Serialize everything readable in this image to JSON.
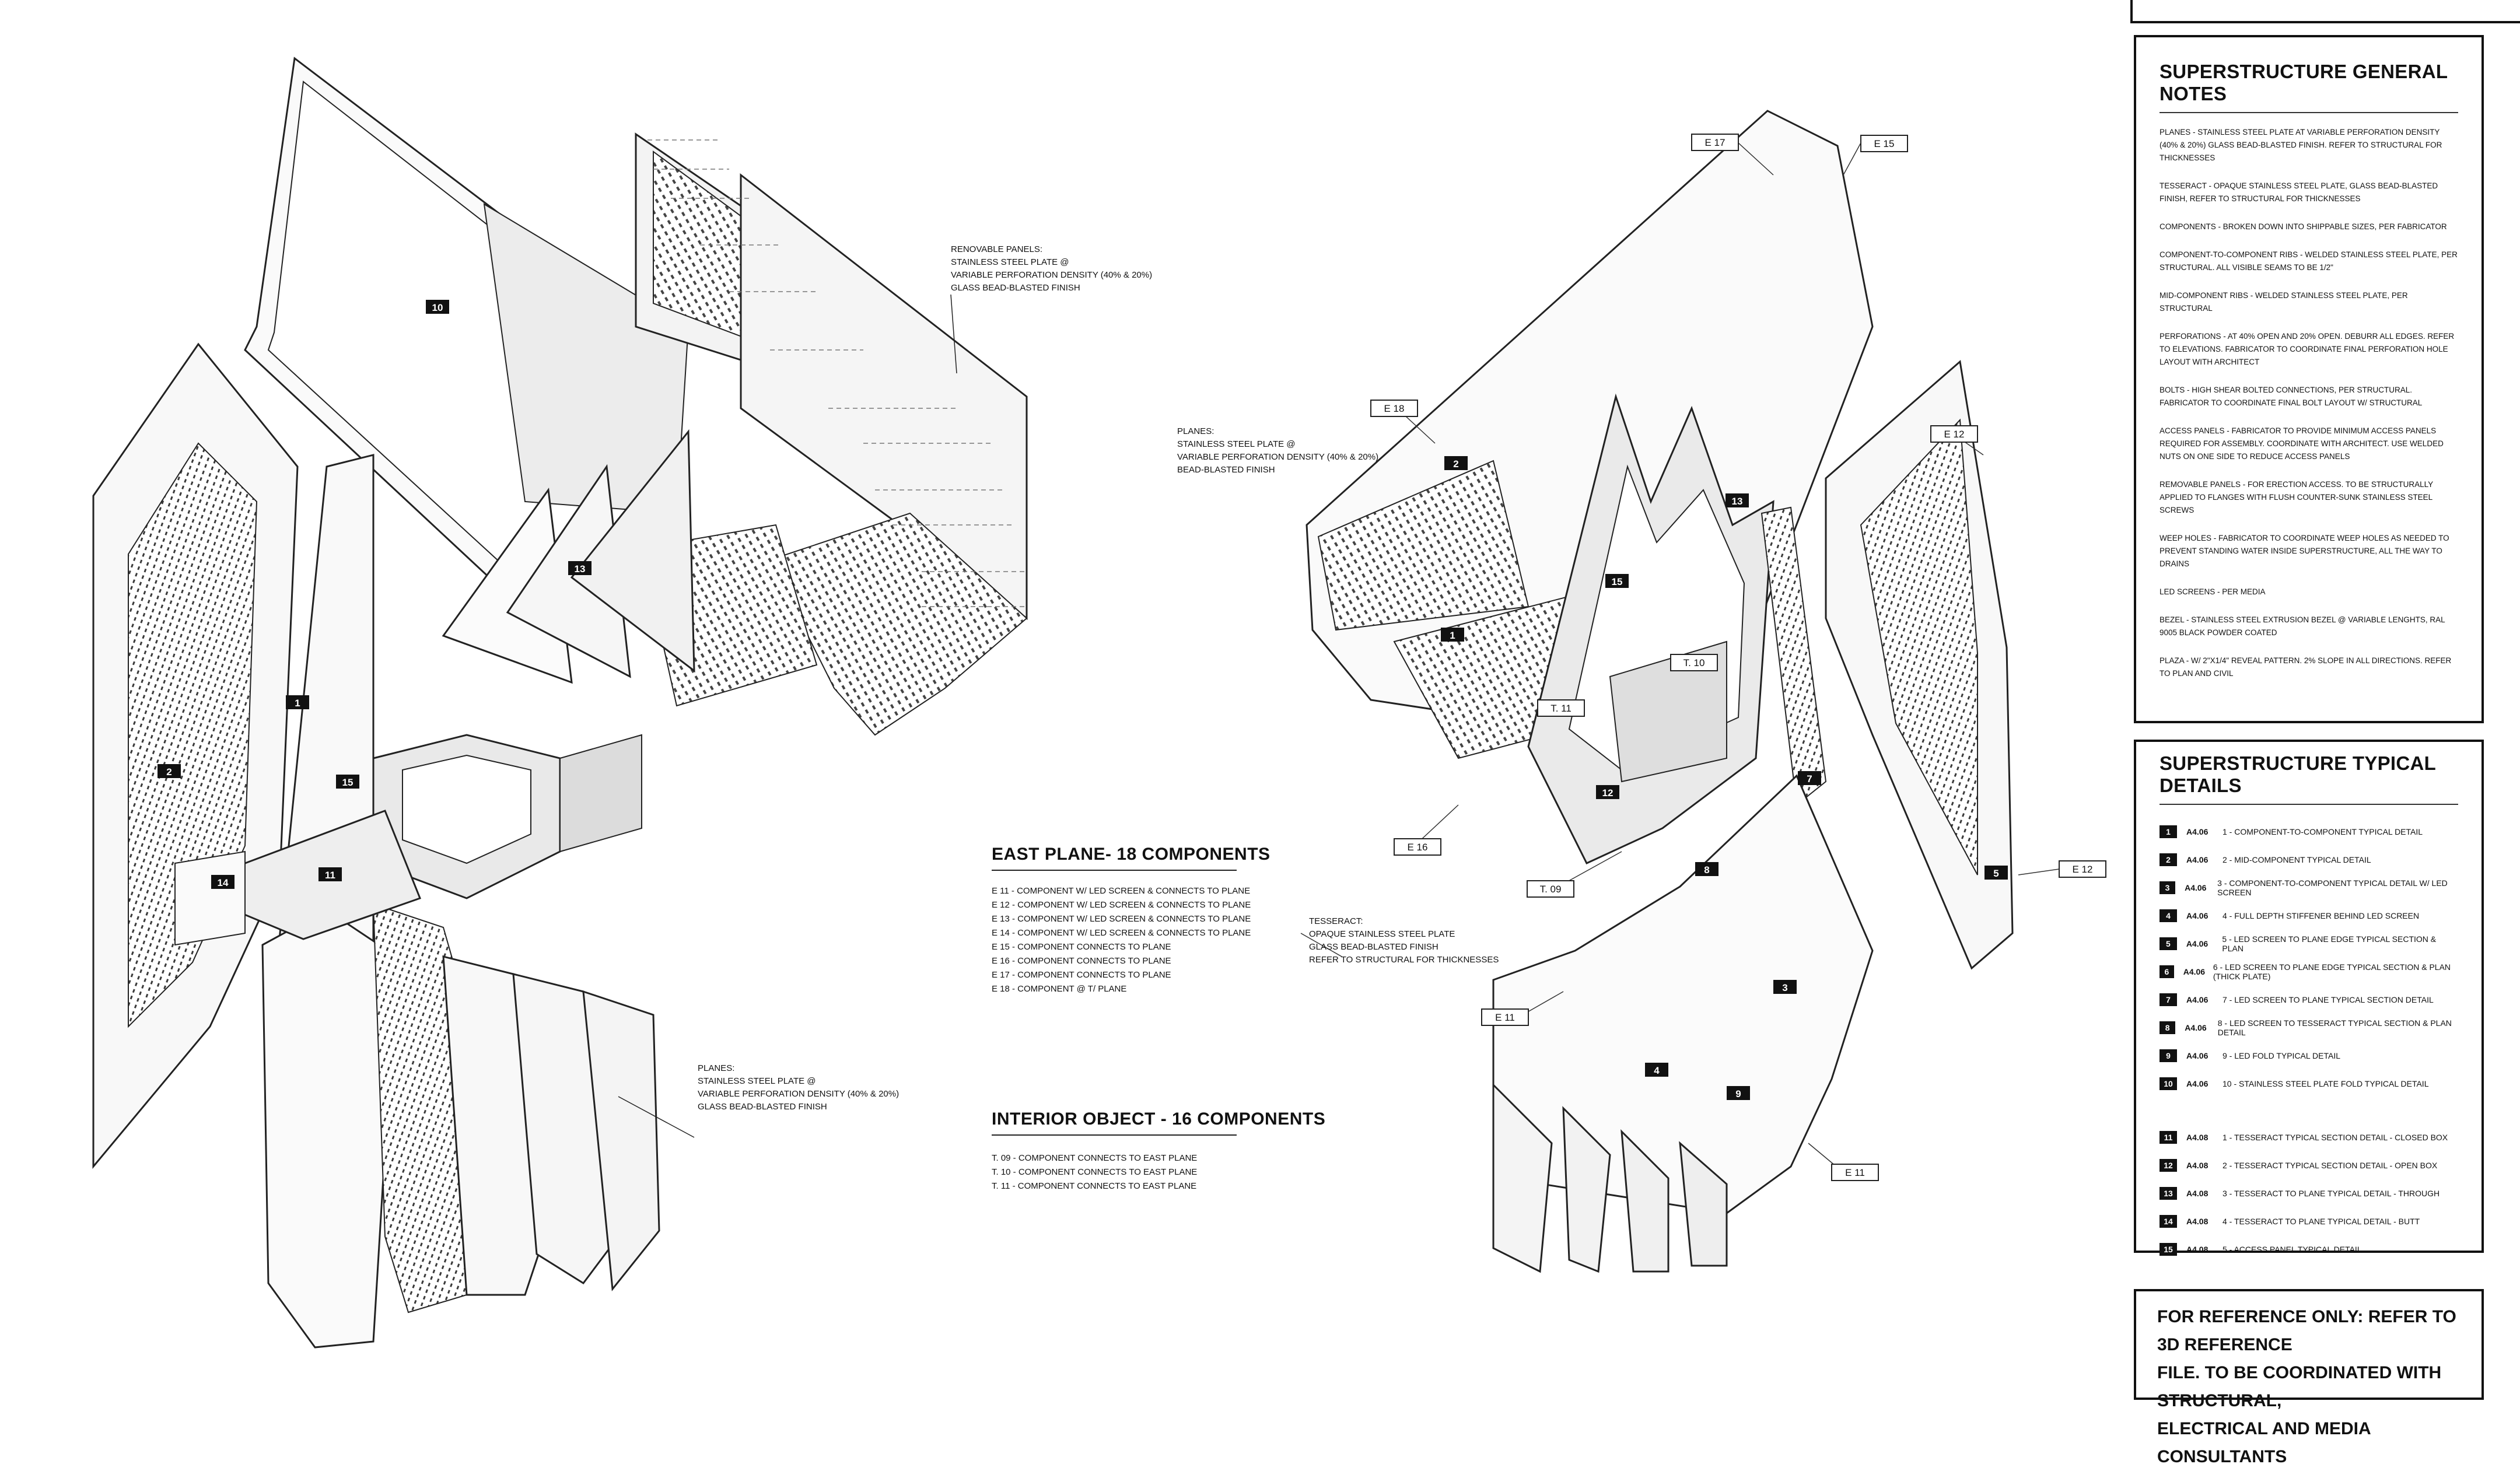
{
  "left_view": {
    "callouts": {
      "removable_panels": [
        "RENOVABLE PANELS:",
        "STAINLESS STEEL PLATE @",
        "VARIABLE PERFORATION DENSITY (40% & 20%)",
        "GLASS BEAD-BLASTED FINISH"
      ],
      "planes_lower": [
        "PLANES:",
        "STAINLESS STEEL PLATE @",
        "VARIABLE PERFORATION DENSITY (40% & 20%)",
        "GLASS BEAD-BLASTED FINISH"
      ]
    },
    "tags": [
      "10",
      "13",
      "1",
      "2",
      "15",
      "11",
      "14"
    ]
  },
  "right_view": {
    "callouts": {
      "planes": [
        "PLANES:",
        "STAINLESS STEEL PLATE @",
        "VARIABLE PERFORATION DENSITY (40% & 20%)",
        "BEAD-BLASTED FINISH"
      ],
      "tesseract": [
        "TESSERACT:",
        "OPAQUE STAINLESS STEEL PLATE",
        "GLASS BEAD-BLASTED FINISH",
        "REFER TO STRUCTURAL FOR THICKNESSES"
      ]
    },
    "tags": [
      "2",
      "1",
      "15",
      "13",
      "12",
      "7",
      "5",
      "8",
      "3",
      "4",
      "9"
    ],
    "e_labels": [
      "E 17",
      "E 15",
      "E 18",
      "E 12",
      "E 16",
      "E 12",
      "E 11",
      "E 11"
    ],
    "t_labels": [
      "T. 10",
      "T. 11",
      "T. 09"
    ]
  },
  "east_plane": {
    "title": "EAST PLANE- 18 COMPONENTS",
    "lines": [
      "E 11 - COMPONENT W/ LED SCREEN & CONNECTS TO PLANE",
      "E 12 - COMPONENT W/ LED SCREEN & CONNECTS TO PLANE",
      "E 13 - COMPONENT W/ LED SCREEN & CONNECTS TO PLANE",
      "E 14 - COMPONENT W/ LED SCREEN & CONNECTS TO PLANE",
      "E 15 - COMPONENT CONNECTS TO PLANE",
      "E 16 - COMPONENT CONNECTS TO PLANE",
      "E 17 - COMPONENT CONNECTS TO PLANE",
      "E 18 - COMPONENT @ T/ PLANE"
    ]
  },
  "interior_object": {
    "title": "INTERIOR OBJECT - 16 COMPONENTS",
    "lines": [
      "T. 09 - COMPONENT CONNECTS TO EAST PLANE",
      "T. 10 - COMPONENT CONNECTS TO EAST PLANE",
      "T. 11 - COMPONENT CONNECTS TO EAST PLANE"
    ]
  },
  "general_notes": {
    "title": "SUPERSTRUCTURE GENERAL NOTES",
    "items": [
      "PLANES - STAINLESS STEEL PLATE AT VARIABLE PERFORATION DENSITY (40% & 20%) GLASS BEAD-BLASTED FINISH. REFER TO STRUCTURAL FOR THICKNESSES",
      "TESSERACT - OPAQUE STAINLESS STEEL PLATE, GLASS BEAD-BLASTED FINISH, REFER TO STRUCTURAL FOR THICKNESSES",
      "COMPONENTS - BROKEN DOWN INTO SHIPPABLE SIZES, PER FABRICATOR",
      "COMPONENT-TO-COMPONENT RIBS - WELDED STAINLESS STEEL PLATE, PER STRUCTURAL. ALL VISIBLE SEAMS TO BE 1/2\"",
      "MID-COMPONENT RIBS - WELDED STAINLESS STEEL PLATE, PER STRUCTURAL",
      "PERFORATIONS - AT 40% OPEN AND 20% OPEN. DEBURR ALL EDGES. REFER TO ELEVATIONS. FABRICATOR TO COORDINATE FINAL PERFORATION HOLE LAYOUT WITH ARCHITECT",
      "BOLTS - HIGH SHEAR BOLTED CONNECTIONS, PER STRUCTURAL. FABRICATOR TO COORDINATE FINAL BOLT LAYOUT W/ STRUCTURAL",
      "ACCESS PANELS - FABRICATOR TO PROVIDE MINIMUM ACCESS PANELS REQUIRED FOR ASSEMBLY. COORDINATE WITH ARCHITECT. USE WELDED NUTS ON ONE SIDE TO REDUCE ACCESS PANELS",
      "REMOVABLE PANELS - FOR ERECTION ACCESS. TO BE STRUCTURALLY APPLIED TO FLANGES WITH FLUSH COUNTER-SUNK STAINLESS STEEL SCREWS",
      "WEEP HOLES - FABRICATOR TO COORDINATE WEEP HOLES AS NEEDED TO PREVENT STANDING WATER INSIDE SUPERSTRUCTURE, ALL THE WAY TO DRAINS",
      "LED SCREENS - PER MEDIA",
      "BEZEL - STAINLESS STEEL EXTRUSION BEZEL @ VARIABLE LENGHTS, RAL 9005 BLACK POWDER COATED",
      "PLAZA - W/ 2\"x1/4\" REVEAL PATTERN. 2% SLOPE IN ALL DIRECTIONS. REFER TO PLAN AND CIVIL"
    ]
  },
  "typical_details": {
    "title": "SUPERSTRUCTURE TYPICAL DETAILS",
    "group1": [
      {
        "num": "1",
        "sheet": "A4.06",
        "text": "1 - COMPONENT-TO-COMPONENT TYPICAL DETAIL"
      },
      {
        "num": "2",
        "sheet": "A4.06",
        "text": "2 - MID-COMPONENT TYPICAL DETAIL"
      },
      {
        "num": "3",
        "sheet": "A4.06",
        "text": "3 - COMPONENT-TO-COMPONENT TYPICAL DETAIL W/ LED SCREEN"
      },
      {
        "num": "4",
        "sheet": "A4.06",
        "text": "4 - FULL DEPTH STIFFENER BEHIND LED SCREEN"
      },
      {
        "num": "5",
        "sheet": "A4.06",
        "text": "5 - LED SCREEN TO PLANE EDGE TYPICAL SECTION & PLAN"
      },
      {
        "num": "6",
        "sheet": "A4.06",
        "text": "6 - LED SCREEN TO PLANE EDGE TYPICAL SECTION & PLAN (THICK PLATE)"
      },
      {
        "num": "7",
        "sheet": "A4.06",
        "text": "7 - LED SCREEN TO PLANE TYPICAL SECTION DETAIL"
      },
      {
        "num": "8",
        "sheet": "A4.06",
        "text": "8 - LED SCREEN TO TESSERACT TYPICAL SECTION & PLAN DETAIL"
      },
      {
        "num": "9",
        "sheet": "A4.06",
        "text": "9 - LED FOLD TYPICAL DETAIL"
      },
      {
        "num": "10",
        "sheet": "A4.06",
        "text": "10 - STAINLESS STEEL PLATE FOLD TYPICAL DETAIL"
      }
    ],
    "group2": [
      {
        "num": "11",
        "sheet": "A4.08",
        "text": "1 - TESSERACT TYPICAL SECTION DETAIL - CLOSED BOX"
      },
      {
        "num": "12",
        "sheet": "A4.08",
        "text": "2 - TESSERACT TYPICAL SECTION DETAIL - OPEN BOX"
      },
      {
        "num": "13",
        "sheet": "A4.08",
        "text": "3 - TESSERACT TO PLANE TYPICAL DETAIL - THROUGH"
      },
      {
        "num": "14",
        "sheet": "A4.08",
        "text": "4 - TESSERACT TO PLANE TYPICAL DETAIL - BUTT"
      },
      {
        "num": "15",
        "sheet": "A4.08",
        "text": "5 - ACCESS PANEL TYPICAL DETAIL"
      }
    ]
  },
  "reference": {
    "lines": [
      "FOR REFERENCE ONLY: REFER TO 3D REFERENCE",
      "FILE. TO BE COORDINATED WITH STRUCTURAL,",
      "ELECTRICAL AND MEDIA CONSULTANTS"
    ]
  }
}
